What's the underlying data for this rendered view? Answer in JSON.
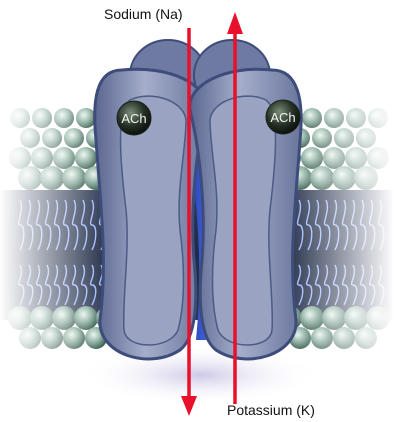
{
  "labels": {
    "sodium": "Sodium (Na)",
    "potassium": "Potassium (K)",
    "ach_left": "ACh",
    "ach_right": "ACh"
  },
  "colors": {
    "arrow": "#e8102a",
    "protein": "#7f8bb0",
    "protein_dark": "#3d4c7a",
    "lipid_head": "#4f7a6a",
    "tail": "#9db8ff",
    "membrane_core": "#2c3a55"
  }
}
